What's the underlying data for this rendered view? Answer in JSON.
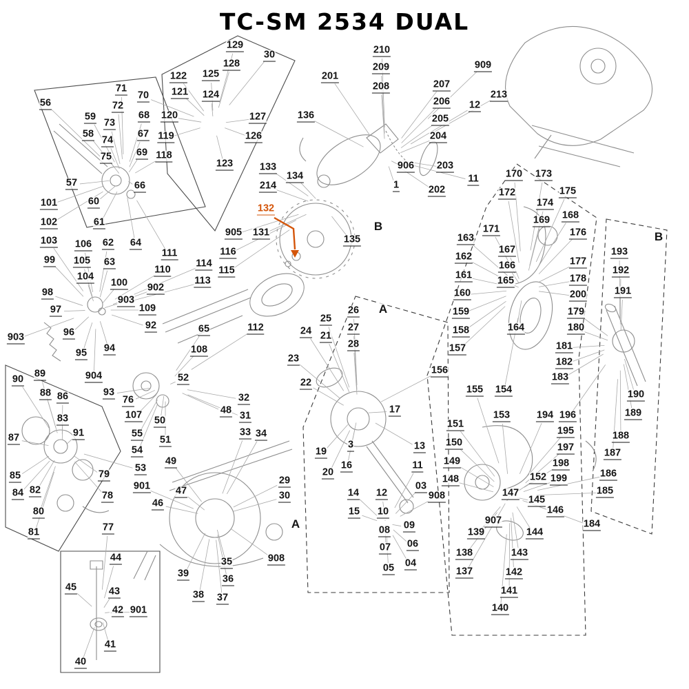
{
  "title": "TC-SM 2534 DUAL",
  "highlight": {
    "label": "132",
    "color": "#d4550a"
  },
  "section_letters": [
    [
      "B",
      549,
      330
    ],
    [
      "A",
      556,
      450
    ],
    [
      "A",
      429,
      762
    ],
    [
      "B",
      956,
      345
    ]
  ],
  "part_labels": [
    [
      "56",
      66,
      152
    ],
    [
      "71",
      176,
      131
    ],
    [
      "72",
      171,
      156
    ],
    [
      "73",
      159,
      181
    ],
    [
      "74",
      156,
      206
    ],
    [
      "75",
      154,
      230
    ],
    [
      "59",
      131,
      172
    ],
    [
      "58",
      128,
      197
    ],
    [
      "70",
      208,
      141
    ],
    [
      "68",
      209,
      170
    ],
    [
      "67",
      208,
      197
    ],
    [
      "69",
      206,
      224
    ],
    [
      "57",
      104,
      268
    ],
    [
      "60",
      136,
      295
    ],
    [
      "61",
      144,
      325
    ],
    [
      "62",
      157,
      355
    ],
    [
      "63",
      159,
      383
    ],
    [
      "64",
      197,
      355
    ],
    [
      "66",
      203,
      272
    ],
    [
      "129",
      341,
      68
    ],
    [
      "30",
      391,
      82
    ],
    [
      "128",
      336,
      95
    ],
    [
      "125",
      306,
      110
    ],
    [
      "122",
      259,
      113
    ],
    [
      "121",
      261,
      136
    ],
    [
      "124",
      306,
      140
    ],
    [
      "120",
      246,
      170
    ],
    [
      "119",
      241,
      200
    ],
    [
      "118",
      238,
      228
    ],
    [
      "127",
      374,
      172
    ],
    [
      "126",
      368,
      200
    ],
    [
      "123",
      326,
      240
    ],
    [
      "136",
      444,
      170
    ],
    [
      "201",
      479,
      113
    ],
    [
      "210",
      554,
      75
    ],
    [
      "209",
      553,
      100
    ],
    [
      "208",
      553,
      128
    ],
    [
      "906",
      589,
      243
    ],
    [
      "1",
      575,
      271
    ],
    [
      "207",
      641,
      125
    ],
    [
      "206",
      641,
      150
    ],
    [
      "205",
      639,
      175
    ],
    [
      "204",
      636,
      200
    ],
    [
      "203",
      646,
      243
    ],
    [
      "202",
      634,
      278
    ],
    [
      "909",
      701,
      97
    ],
    [
      "12",
      689,
      155
    ],
    [
      "213",
      724,
      140
    ],
    [
      "11",
      687,
      262
    ],
    [
      "133",
      389,
      245
    ],
    [
      "134",
      428,
      258
    ],
    [
      "214",
      389,
      272
    ],
    [
      "131",
      379,
      340
    ],
    [
      "905",
      339,
      340
    ],
    [
      "135",
      511,
      350
    ],
    [
      "116",
      331,
      368
    ],
    [
      "115",
      329,
      395
    ],
    [
      "114",
      296,
      385
    ],
    [
      "113",
      294,
      410
    ],
    [
      "112",
      371,
      478
    ],
    [
      "65",
      296,
      480
    ],
    [
      "101",
      71,
      297
    ],
    [
      "102",
      71,
      325
    ],
    [
      "103",
      71,
      352
    ],
    [
      "99",
      72,
      380
    ],
    [
      "106",
      121,
      357
    ],
    [
      "105",
      119,
      381
    ],
    [
      "104",
      124,
      404
    ],
    [
      "98",
      69,
      427
    ],
    [
      "97",
      81,
      452
    ],
    [
      "96",
      100,
      485
    ],
    [
      "95",
      118,
      515
    ],
    [
      "100",
      173,
      413
    ],
    [
      "903",
      183,
      438
    ],
    [
      "94",
      159,
      508
    ],
    [
      "904",
      136,
      548
    ],
    [
      "93",
      158,
      572
    ],
    [
      "111",
      246,
      370
    ],
    [
      "110",
      236,
      394
    ],
    [
      "902",
      226,
      420
    ],
    [
      "109",
      214,
      450
    ],
    [
      "92",
      219,
      475
    ],
    [
      "108",
      289,
      510
    ],
    [
      "52",
      266,
      551
    ],
    [
      "50",
      232,
      613
    ],
    [
      "76",
      186,
      583
    ],
    [
      "107",
      194,
      605
    ],
    [
      "55",
      199,
      632
    ],
    [
      "54",
      199,
      656
    ],
    [
      "53",
      204,
      682
    ],
    [
      "51",
      240,
      641
    ],
    [
      "49",
      248,
      672
    ],
    [
      "903",
      23,
      492
    ],
    [
      "90",
      26,
      553
    ],
    [
      "89",
      58,
      545
    ],
    [
      "88",
      66,
      573
    ],
    [
      "86",
      91,
      578
    ],
    [
      "83",
      91,
      610
    ],
    [
      "87",
      20,
      638
    ],
    [
      "91",
      114,
      631
    ],
    [
      "85",
      22,
      693
    ],
    [
      "84",
      26,
      718
    ],
    [
      "82",
      51,
      714
    ],
    [
      "79",
      151,
      691
    ],
    [
      "78",
      156,
      722
    ],
    [
      "80",
      56,
      745
    ],
    [
      "81",
      49,
      775
    ],
    [
      "77",
      157,
      768
    ],
    [
      "901",
      206,
      708
    ],
    [
      "46",
      229,
      733
    ],
    [
      "47",
      263,
      715
    ],
    [
      "48",
      328,
      598
    ],
    [
      "32",
      354,
      580
    ],
    [
      "31",
      356,
      606
    ],
    [
      "33",
      356,
      630
    ],
    [
      "34",
      379,
      632
    ],
    [
      "29",
      413,
      700
    ],
    [
      "30",
      413,
      722
    ],
    [
      "39",
      266,
      835
    ],
    [
      "35",
      329,
      818
    ],
    [
      "36",
      331,
      843
    ],
    [
      "38",
      288,
      866
    ],
    [
      "37",
      323,
      870
    ],
    [
      "908",
      401,
      813
    ],
    [
      "44",
      168,
      812
    ],
    [
      "45",
      103,
      855
    ],
    [
      "43",
      166,
      861
    ],
    [
      "42",
      171,
      888
    ],
    [
      "901",
      201,
      888
    ],
    [
      "41",
      160,
      938
    ],
    [
      "40",
      117,
      963
    ],
    [
      "26",
      513,
      453
    ],
    [
      "27",
      513,
      478
    ],
    [
      "28",
      513,
      502
    ],
    [
      "25",
      473,
      465
    ],
    [
      "21",
      473,
      490
    ],
    [
      "24",
      444,
      483
    ],
    [
      "23",
      426,
      523
    ],
    [
      "22",
      444,
      558
    ],
    [
      "17",
      573,
      597
    ],
    [
      "3",
      509,
      648
    ],
    [
      "16",
      503,
      678
    ],
    [
      "19",
      466,
      658
    ],
    [
      "20",
      476,
      688
    ],
    [
      "13",
      609,
      650
    ],
    [
      "11",
      606,
      678
    ],
    [
      "12",
      554,
      718
    ],
    [
      "14",
      513,
      718
    ],
    [
      "10",
      556,
      745
    ],
    [
      "15",
      514,
      745
    ],
    [
      "03",
      611,
      708
    ],
    [
      "908",
      634,
      722
    ],
    [
      "09",
      594,
      765
    ],
    [
      "08",
      558,
      772
    ],
    [
      "06",
      599,
      792
    ],
    [
      "07",
      559,
      797
    ],
    [
      "04",
      596,
      820
    ],
    [
      "05",
      564,
      827
    ],
    [
      "170",
      746,
      255
    ],
    [
      "173",
      789,
      255
    ],
    [
      "172",
      736,
      282
    ],
    [
      "174",
      791,
      297
    ],
    [
      "175",
      824,
      280
    ],
    [
      "169",
      786,
      322
    ],
    [
      "168",
      828,
      315
    ],
    [
      "171",
      713,
      335
    ],
    [
      "176",
      839,
      340
    ],
    [
      "167",
      736,
      365
    ],
    [
      "166",
      736,
      388
    ],
    [
      "165",
      734,
      410
    ],
    [
      "163",
      676,
      348
    ],
    [
      "162",
      673,
      375
    ],
    [
      "161",
      673,
      402
    ],
    [
      "160",
      671,
      428
    ],
    [
      "159",
      669,
      455
    ],
    [
      "158",
      669,
      482
    ],
    [
      "157",
      664,
      508
    ],
    [
      "156",
      638,
      540
    ],
    [
      "177",
      839,
      382
    ],
    [
      "178",
      839,
      407
    ],
    [
      "200",
      839,
      430
    ],
    [
      "179",
      836,
      455
    ],
    [
      "180",
      836,
      478
    ],
    [
      "164",
      749,
      478
    ],
    [
      "181",
      819,
      505
    ],
    [
      "182",
      819,
      528
    ],
    [
      "183",
      813,
      550
    ],
    [
      "155",
      689,
      568
    ],
    [
      "154",
      731,
      568
    ],
    [
      "153",
      728,
      605
    ],
    [
      "151",
      661,
      618
    ],
    [
      "150",
      659,
      645
    ],
    [
      "149",
      656,
      672
    ],
    [
      "148",
      654,
      698
    ],
    [
      "152",
      781,
      695
    ],
    [
      "194",
      791,
      605
    ],
    [
      "196",
      824,
      605
    ],
    [
      "195",
      821,
      628
    ],
    [
      "197",
      821,
      652
    ],
    [
      "198",
      814,
      675
    ],
    [
      "199",
      811,
      697
    ],
    [
      "147",
      741,
      718
    ],
    [
      "145",
      779,
      728
    ],
    [
      "146",
      806,
      743
    ],
    [
      "144",
      776,
      775
    ],
    [
      "139",
      691,
      775
    ],
    [
      "138",
      674,
      805
    ],
    [
      "137",
      674,
      832
    ],
    [
      "143",
      754,
      805
    ],
    [
      "142",
      746,
      833
    ],
    [
      "141",
      739,
      860
    ],
    [
      "140",
      726,
      885
    ],
    [
      "907",
      716,
      758
    ],
    [
      "193",
      899,
      368
    ],
    [
      "192",
      901,
      395
    ],
    [
      "191",
      904,
      425
    ],
    [
      "190",
      923,
      575
    ],
    [
      "189",
      919,
      602
    ],
    [
      "188",
      901,
      635
    ],
    [
      "187",
      889,
      660
    ],
    [
      "186",
      883,
      690
    ],
    [
      "185",
      878,
      715
    ],
    [
      "184",
      859,
      763
    ],
    [
      "132",
      386,
      305,
      1
    ]
  ]
}
